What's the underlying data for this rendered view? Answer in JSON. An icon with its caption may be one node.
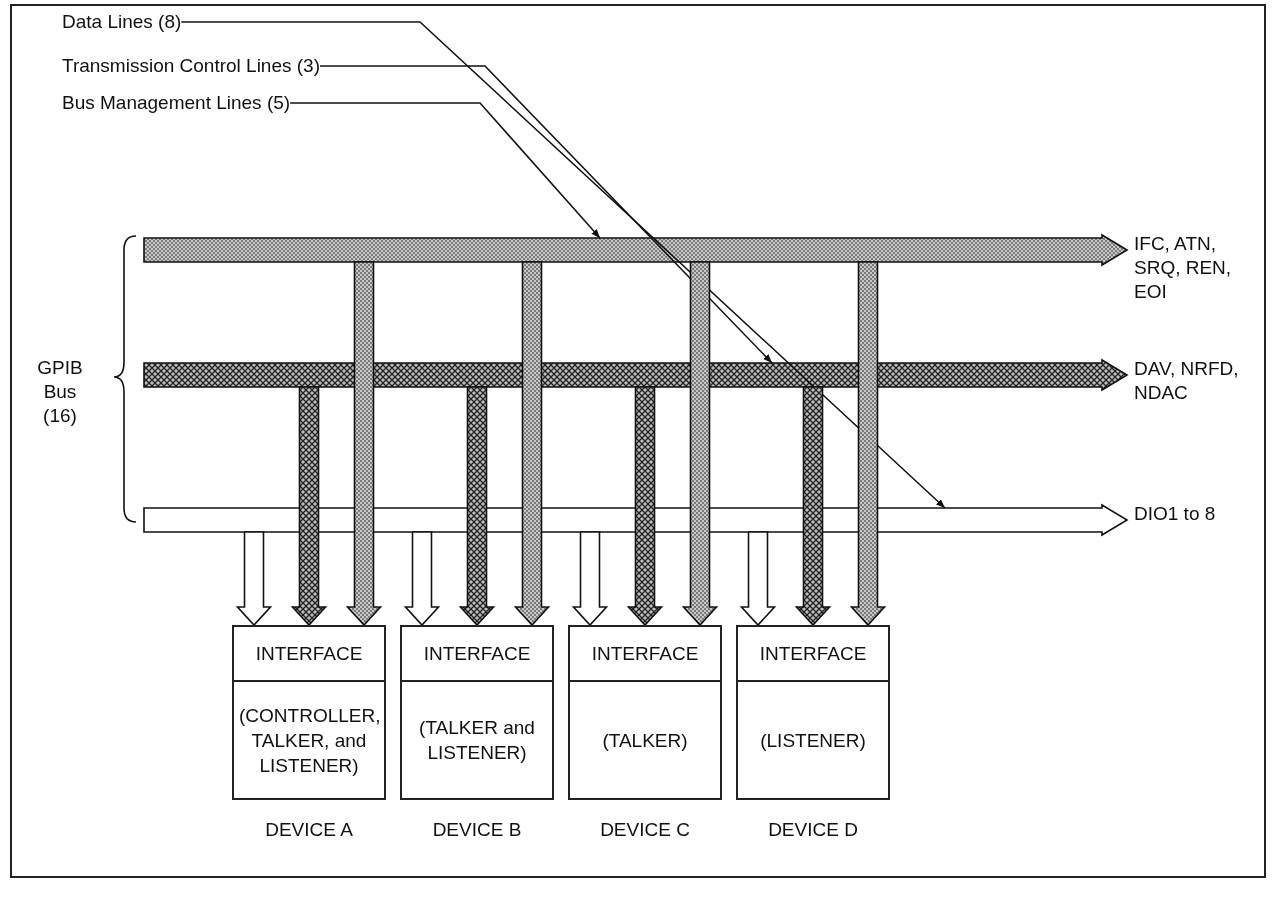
{
  "diagram": {
    "nodes": [
      {
        "text": [
          "Data Lines (8)"
        ]
      },
      {
        "text": [
          "Transmission Control Lines (3)"
        ]
      },
      {
        "text": [
          "Bus Management Lines (5)"
        ]
      },
      {
        "text": [],
        "shape": "bar",
        "beside": [
          "IFC, ATN, SRQ, REN, EOI"
        ]
      },
      {
        "text": [],
        "shape": "bar",
        "beside": [
          "DAV, NRFD, NDAC"
        ]
      },
      {
        "text": [],
        "shape": "bar",
        "beside": [
          "DIO1 to 8"
        ]
      },
      {
        "text": [
          "INTERFACE",
          "(CONTROLLER, TALKER, and LISTENER)"
        ],
        "beside": [
          "DEVICE A"
        ]
      },
      {
        "text": [
          "INTERFACE",
          "(TALKER and LISTENER)"
        ],
        "beside": [
          "DEVICE B"
        ]
      },
      {
        "text": [
          "INTERFACE",
          "(TALKER)"
        ],
        "beside": [
          "DEVICE C"
        ]
      },
      {
        "text": [
          "INTERFACE",
          "(LISTENER)"
        ],
        "beside": [
          "DEVICE D"
        ]
      }
    ],
    "edges": [
      {
        "from": 0,
        "to": 5,
        "arrow": "to"
      },
      {
        "from": 1,
        "to": 4,
        "arrow": "to"
      },
      {
        "from": 2,
        "to": 3,
        "arrow": "to"
      },
      {
        "from": 5,
        "to": 6,
        "arrow": "to"
      },
      {
        "from": 4,
        "to": 6,
        "arrow": "to"
      },
      {
        "from": 3,
        "to": 6,
        "arrow": "to"
      },
      {
        "from": 5,
        "to": 7,
        "arrow": "to"
      },
      {
        "from": 4,
        "to": 7,
        "arrow": "to"
      },
      {
        "from": 3,
        "to": 7,
        "arrow": "to"
      },
      {
        "from": 5,
        "to": 8,
        "arrow": "to"
      },
      {
        "from": 4,
        "to": 8,
        "arrow": "to"
      },
      {
        "from": 3,
        "to": 8,
        "arrow": "to"
      },
      {
        "from": 5,
        "to": 9,
        "arrow": "to"
      },
      {
        "from": 4,
        "to": 9,
        "arrow": "to"
      },
      {
        "from": 3,
        "to": 9,
        "arrow": "to"
      }
    ],
    "labels": [
      "GPIB Bus (16)"
    ]
  }
}
